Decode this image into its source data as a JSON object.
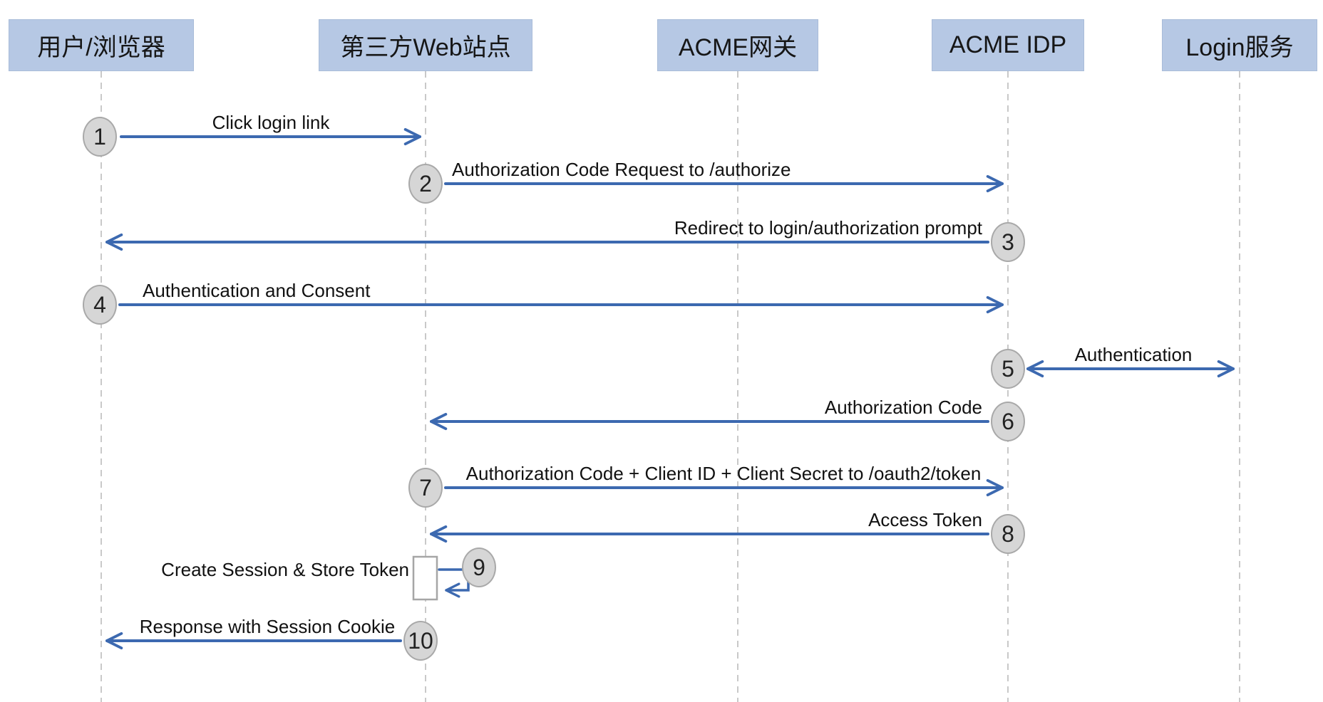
{
  "diagram": {
    "type": "sequence-diagram",
    "actors": [
      {
        "name": "用户/浏览器"
      },
      {
        "name": "第三方Web站点"
      },
      {
        "name": "ACME网关"
      },
      {
        "name": "ACME IDP"
      },
      {
        "name": "Login服务"
      }
    ],
    "messages": [
      {
        "seq": "1",
        "label": "Click login link",
        "from": "用户/浏览器",
        "to": "第三方Web站点",
        "direction": "right"
      },
      {
        "seq": "2",
        "label": "Authorization Code Request to /authorize",
        "from": "第三方Web站点",
        "to": "ACME IDP",
        "direction": "right"
      },
      {
        "seq": "3",
        "label": "Redirect to login/authorization prompt",
        "from": "ACME IDP",
        "to": "用户/浏览器",
        "direction": "left"
      },
      {
        "seq": "4",
        "label": "Authentication and Consent",
        "from": "用户/浏览器",
        "to": "ACME IDP",
        "direction": "right"
      },
      {
        "seq": "5",
        "label": "Authentication",
        "from": "ACME IDP",
        "to": "Login服务",
        "direction": "both"
      },
      {
        "seq": "6",
        "label": "Authorization Code",
        "from": "ACME IDP",
        "to": "第三方Web站点",
        "direction": "left"
      },
      {
        "seq": "7",
        "label": "Authorization Code + Client ID + Client Secret to /oauth2/token",
        "from": "第三方Web站点",
        "to": "ACME IDP",
        "direction": "right"
      },
      {
        "seq": "8",
        "label": "Access Token",
        "from": "ACME IDP",
        "to": "第三方Web站点",
        "direction": "left"
      },
      {
        "seq": "9",
        "label": "Create Session & Store Token",
        "from": "第三方Web站点",
        "to": "第三方Web站点",
        "direction": "self"
      },
      {
        "seq": "10",
        "label": "Response with Session Cookie",
        "from": "第三方Web站点",
        "to": "用户/浏览器",
        "direction": "left"
      }
    ],
    "colors": {
      "actor_fill": "#B6C8E4",
      "actor_border": "#A9BCD9",
      "arrow_blue": "#3C69B0",
      "lifeline_gray": "#C9C9C9",
      "badge_fill": "#D6D6D6",
      "badge_border": "#A9A9A9",
      "text": "#111111"
    }
  }
}
